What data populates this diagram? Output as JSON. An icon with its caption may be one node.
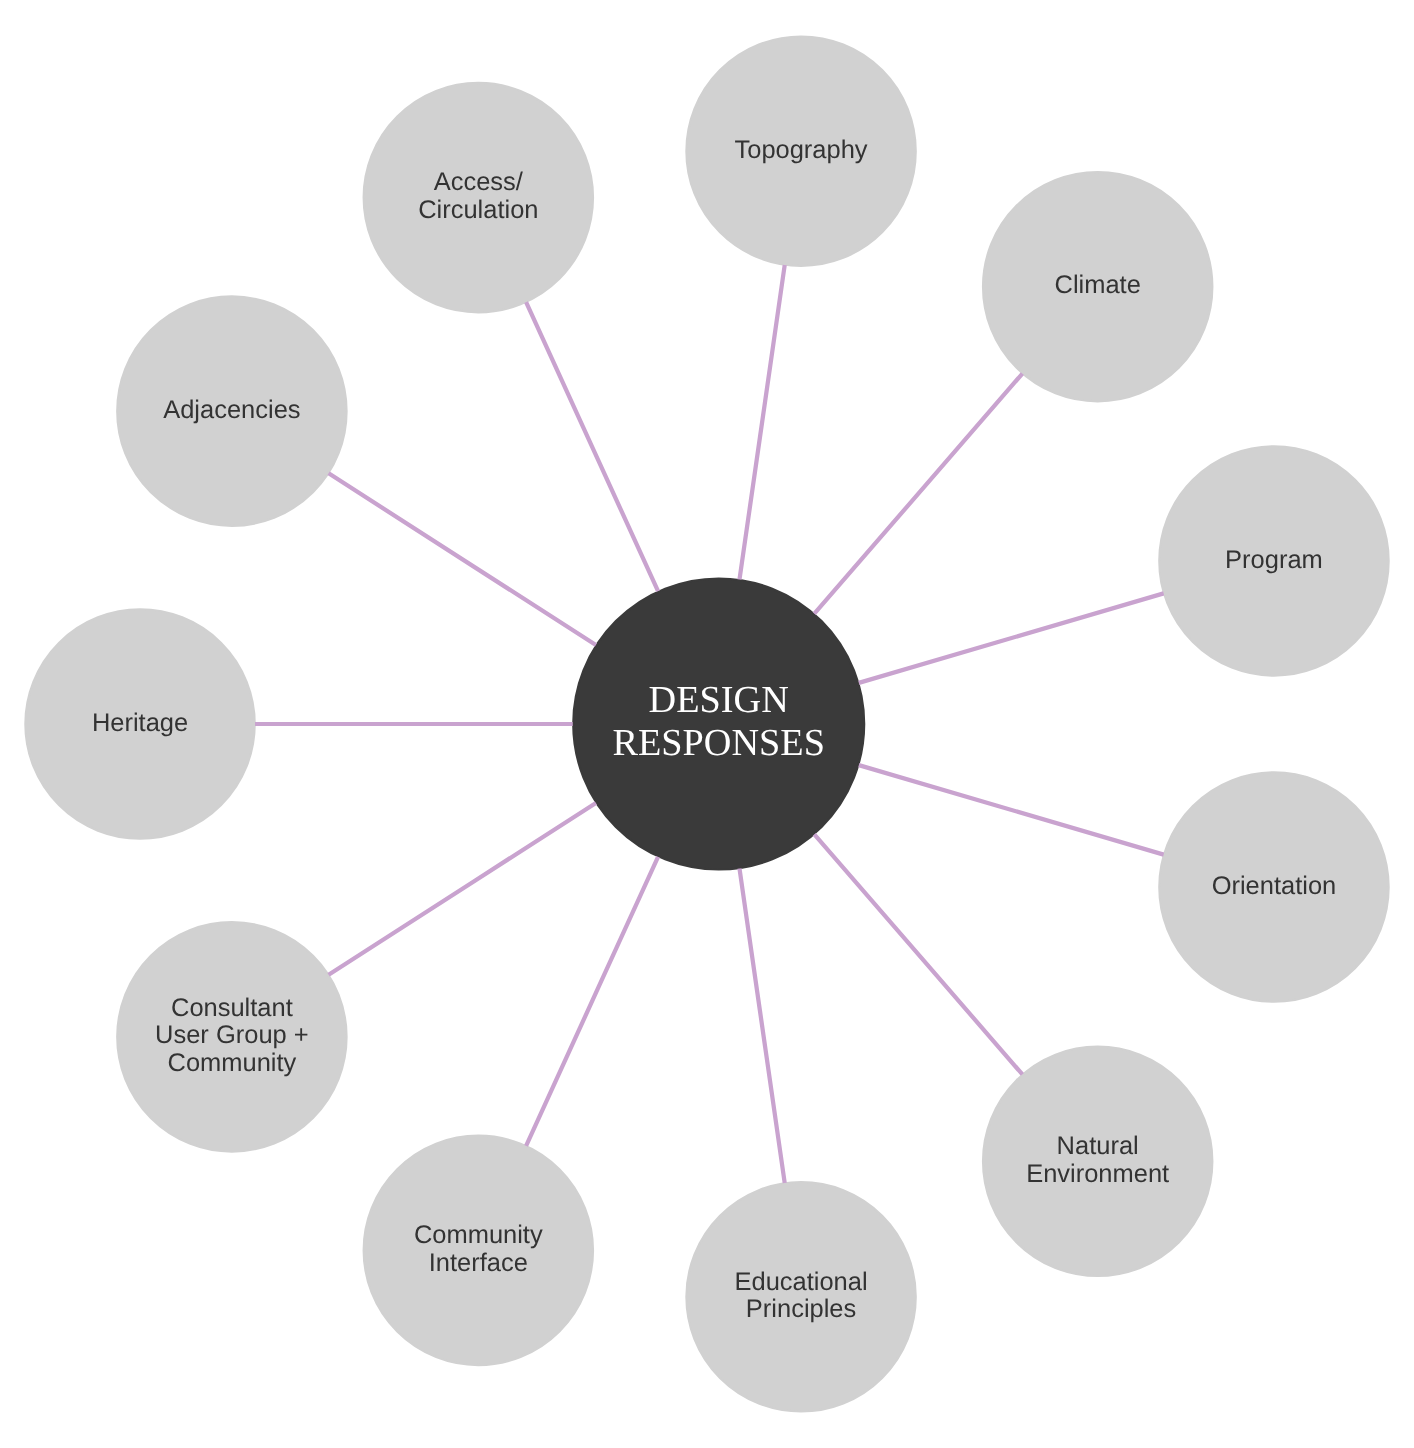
{
  "diagram": {
    "nodes": [
      {
        "text": [
          "DESIGN RESPONSES"
        ]
      },
      {
        "text": [
          "Program"
        ]
      },
      {
        "text": [
          "Climate"
        ]
      },
      {
        "text": [
          "Topography"
        ]
      },
      {
        "text": [
          "Access/ Circulation"
        ]
      },
      {
        "text": [
          "Adjacencies"
        ]
      },
      {
        "text": [
          "Heritage"
        ]
      },
      {
        "text": [
          "Consultant User Group + Community"
        ]
      },
      {
        "text": [
          "Community Interface"
        ]
      },
      {
        "text": [
          "Educational Principles"
        ]
      },
      {
        "text": [
          "Natural Environment"
        ]
      },
      {
        "text": [
          "Orientation"
        ]
      }
    ],
    "edges": [
      {
        "from": 0,
        "to": 1,
        "arrow": "none"
      },
      {
        "from": 0,
        "to": 2,
        "arrow": "none"
      },
      {
        "from": 0,
        "to": 3,
        "arrow": "none"
      },
      {
        "from": 0,
        "to": 4,
        "arrow": "none"
      },
      {
        "from": 0,
        "to": 5,
        "arrow": "none"
      },
      {
        "from": 0,
        "to": 6,
        "arrow": "none"
      },
      {
        "from": 0,
        "to": 7,
        "arrow": "none"
      },
      {
        "from": 0,
        "to": 8,
        "arrow": "none"
      },
      {
        "from": 0,
        "to": 9,
        "arrow": "none"
      },
      {
        "from": 0,
        "to": 10,
        "arrow": "none"
      },
      {
        "from": 0,
        "to": 11,
        "arrow": "none"
      }
    ]
  }
}
